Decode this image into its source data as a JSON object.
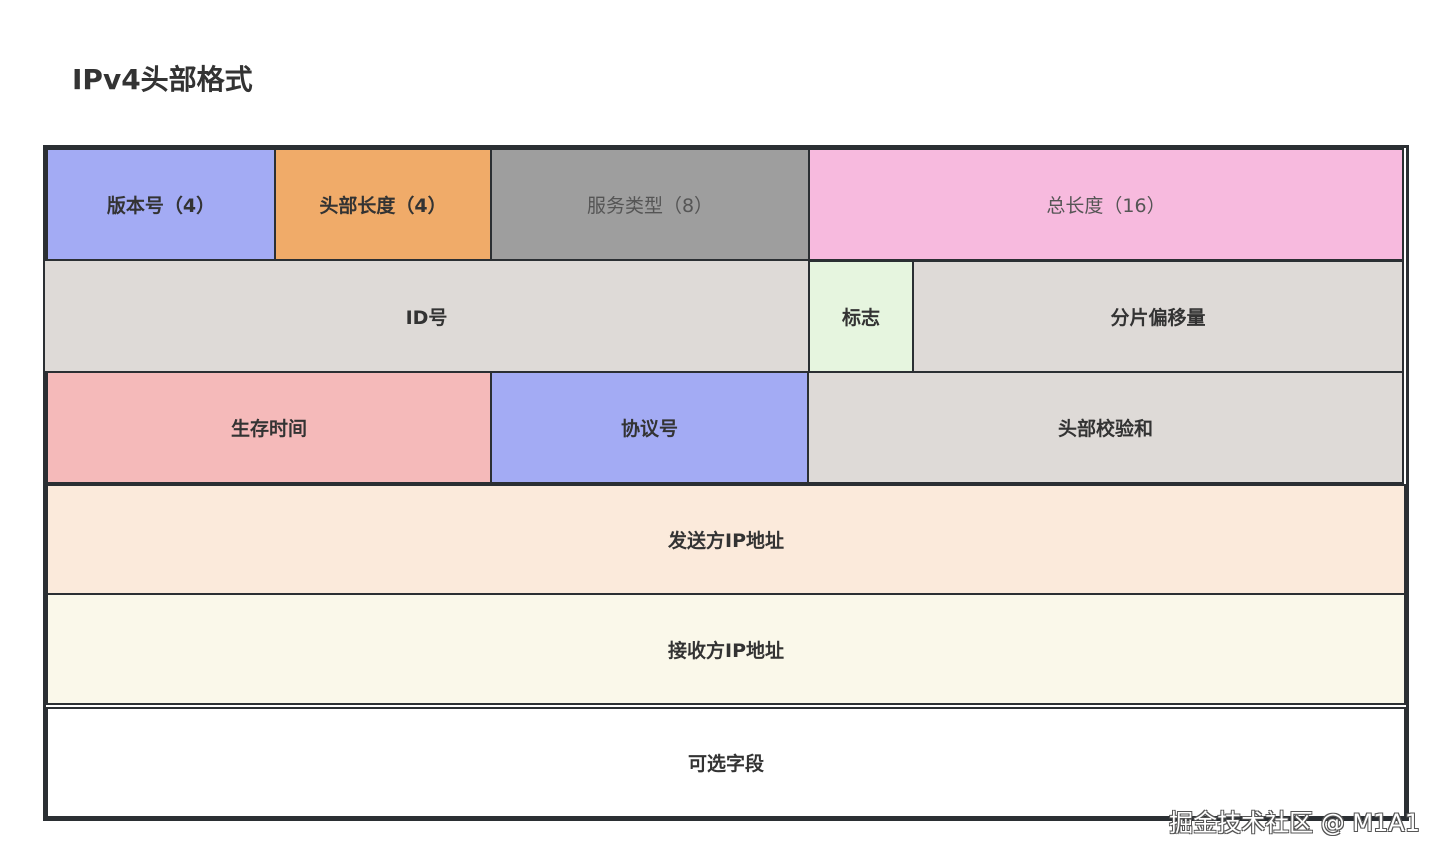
{
  "title": "IPv4头部格式",
  "colors": {
    "version": "#a3abf4",
    "header_length": "#f0ab69",
    "service_type": "#9e9e9e",
    "total_length": "#f7bade",
    "gray_light": "#dedad7",
    "flags": "#e6f5df",
    "ttl": "#f5baba",
    "protocol": "#a3abf4",
    "source_ip": "#fbeadb",
    "dest_ip": "#faf8ea",
    "options": "#ffffff",
    "border": "#2b2f33"
  },
  "fields": {
    "version": "版本号（4）",
    "header_length": "头部长度（4）",
    "service_type": "服务类型（8）",
    "total_length": "总长度（16）",
    "id": "ID号",
    "flags": "标志",
    "fragment_offset": "分片偏移量",
    "ttl": "生存时间",
    "protocol": "协议号",
    "header_checksum": "头部校验和",
    "source_ip": "发送方IP地址",
    "dest_ip": "接收方IP地址",
    "options": "可选字段"
  },
  "watermark": "掘金技术社区 @ M1A1"
}
